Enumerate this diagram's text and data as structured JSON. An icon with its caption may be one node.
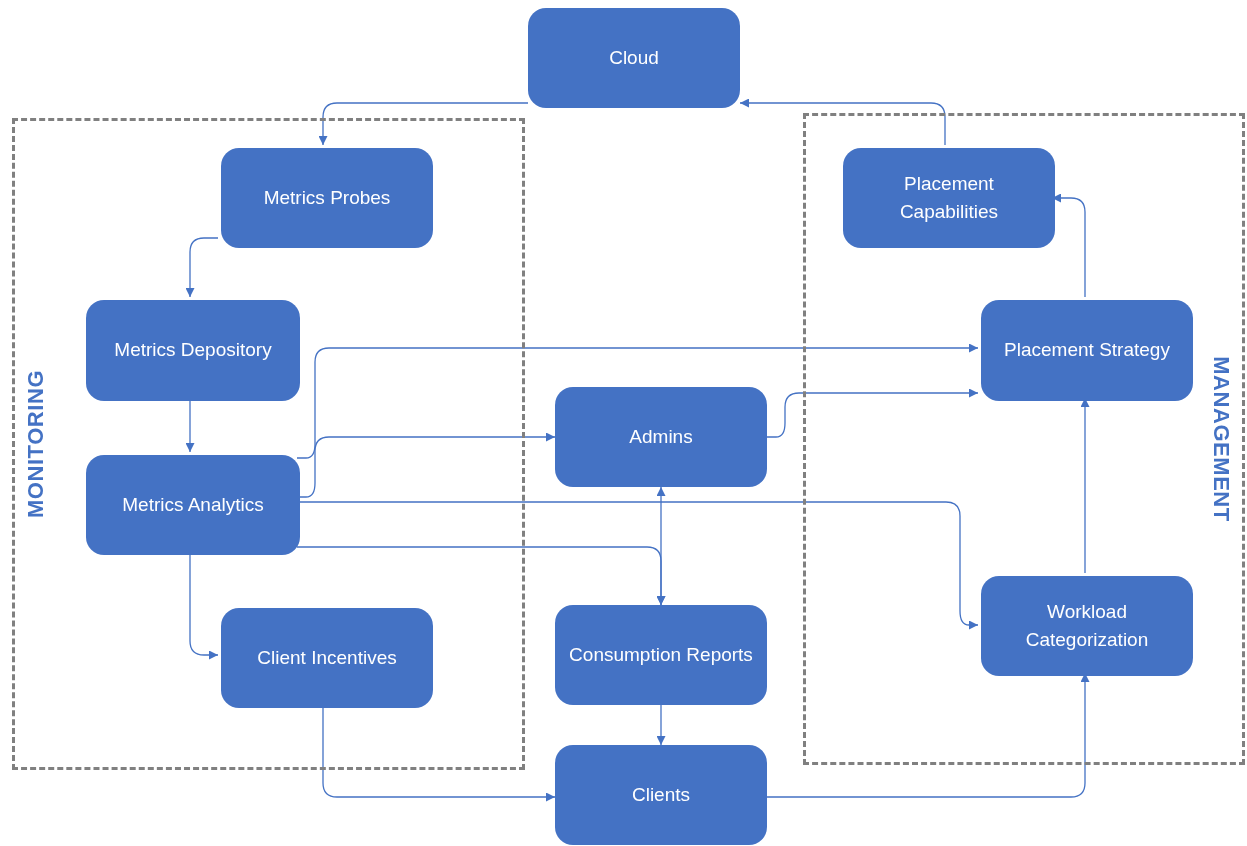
{
  "diagram": {
    "nodes": [
      {
        "text": [
          "Cloud"
        ]
      },
      {
        "text": [
          "MONITORING"
        ]
      },
      {
        "text": [
          "Metrics Probes"
        ],
        "in": 1
      },
      {
        "text": [
          "Metrics Depository"
        ],
        "in": 1
      },
      {
        "text": [
          "Metrics Analytics"
        ],
        "in": 1
      },
      {
        "text": [
          "Client Incentives"
        ],
        "in": 1
      },
      {
        "text": [
          "MANAGEMENT"
        ]
      },
      {
        "text": [
          "Placement Capabilities"
        ],
        "in": 6
      },
      {
        "text": [
          "Placement Strategy"
        ],
        "in": 6
      },
      {
        "text": [
          "Workload Categorization"
        ],
        "in": 6
      },
      {
        "text": [
          "Admins"
        ]
      },
      {
        "text": [
          "Consumption Reports"
        ]
      },
      {
        "text": [
          "Clients"
        ]
      }
    ],
    "edges": [
      {
        "from": 0,
        "to": 2,
        "arrow": "to"
      },
      {
        "from": 2,
        "to": 3,
        "arrow": "to"
      },
      {
        "from": 3,
        "to": 4,
        "arrow": "to"
      },
      {
        "from": 4,
        "to": 5,
        "arrow": "to"
      },
      {
        "from": 4,
        "to": 8,
        "arrow": "to"
      },
      {
        "from": 4,
        "to": 10,
        "arrow": "to"
      },
      {
        "from": 4,
        "to": 9,
        "arrow": "to"
      },
      {
        "from": 4,
        "to": 11,
        "arrow": "to"
      },
      {
        "from": 10,
        "to": 8,
        "arrow": "to"
      },
      {
        "from": 10,
        "to": 11,
        "arrow": "both"
      },
      {
        "from": 11,
        "to": 12,
        "arrow": "to"
      },
      {
        "from": 5,
        "to": 12,
        "arrow": "to"
      },
      {
        "from": 12,
        "to": 9,
        "arrow": "to"
      },
      {
        "from": 9,
        "to": 8,
        "arrow": "to"
      },
      {
        "from": 8,
        "to": 7,
        "arrow": "to"
      },
      {
        "from": 7,
        "to": 0,
        "arrow": "to"
      }
    ]
  }
}
